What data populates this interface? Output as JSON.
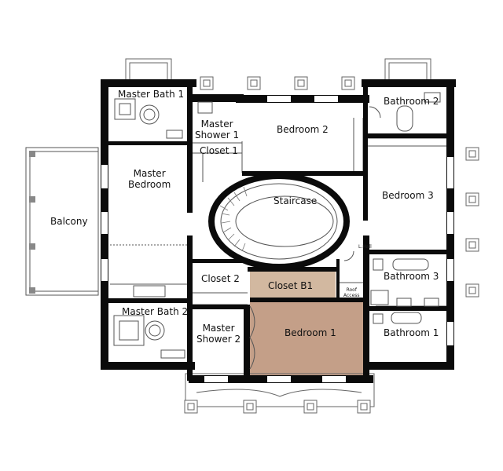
{
  "plan": {
    "rooms": {
      "master_bath_1": "Master Bath 1",
      "master_shower_1_l1": "Master",
      "master_shower_1_l2": "Shower 1",
      "bedroom_2": "Bedroom 2",
      "bathroom_2": "Bathroom 2",
      "closet_1": "Closet 1",
      "master_bedroom_l1": "Master",
      "master_bedroom_l2": "Bedroom",
      "staircase": "Staircase",
      "bedroom_3": "Bedroom 3",
      "balcony": "Balcony",
      "bathroom_3": "Bathroom 3",
      "closet_2": "Closet 2",
      "closet_b1": "Closet B1",
      "master_bath_2": "Master Bath 2",
      "master_shower_2_l1": "Master",
      "master_shower_2_l2": "Shower 2",
      "bedroom_1": "Bedroom 1",
      "bathroom_1": "Bathroom 1",
      "hall": "L.Hall",
      "roof_access_l1": "Roof",
      "roof_access_l2": "Access"
    },
    "colors": {
      "wall": "#0b0b0b",
      "highlight_closet_b1": "#d2b8a0",
      "highlight_bedroom_1": "#c49f88",
      "line": "#555555"
    }
  }
}
